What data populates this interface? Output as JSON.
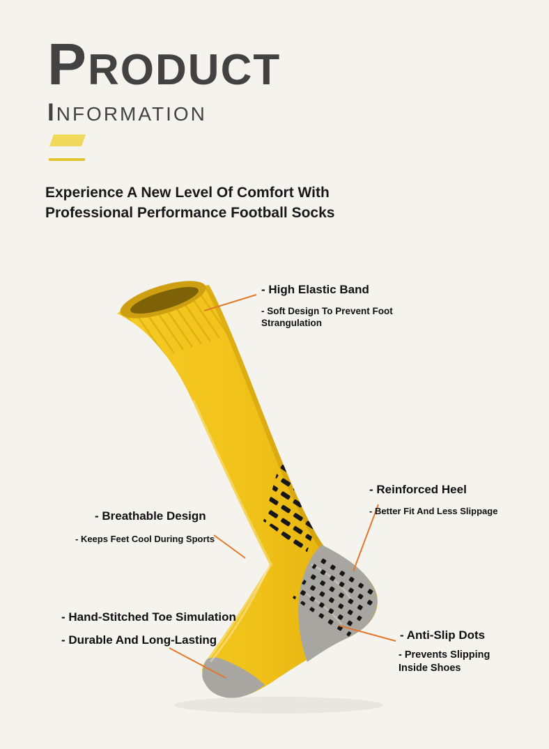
{
  "page": {
    "title": {
      "initial": "P",
      "rest": "RODUCT"
    },
    "subtitle": {
      "initial": "I",
      "rest": "NFORMATION"
    },
    "tagline_line1": "Experience A New Level Of Comfort With",
    "tagline_line2": "Professional Performance Football Socks"
  },
  "callouts": {
    "elastic_band": {
      "title": "- High Elastic Band",
      "sub": "- Soft Design To Prevent Foot Strangulation"
    },
    "reinforced_heel": {
      "title": "- Reinforced Heel",
      "sub": "- Better Fit And Less Slippage"
    },
    "breathable": {
      "title": "- Breathable Design",
      "sub": "- Keeps Feet Cool During Sports"
    },
    "toe": {
      "title": "- Hand-Stitched Toe Simulation",
      "sub": "- Durable And Long-Lasting"
    },
    "anti_slip": {
      "title": "- Anti-Slip Dots",
      "sub": "- Prevents Slipping Inside Shoes"
    }
  },
  "illustration": {
    "subject": "Yellow knee-high football sock with black anti-slip grip dots, gray reinforced heel and toe, ribbed elastic cuff"
  },
  "colors": {
    "background": "#f5f3ee",
    "title_gray": "#424242",
    "text_dark": "#181818",
    "accent_yellow": "#e2c52f",
    "sock_yellow": "#f0c118",
    "heel_gray": "#a8a6a1",
    "grip_dot_black": "#161616",
    "callout_line_orange": "#e4762b"
  }
}
